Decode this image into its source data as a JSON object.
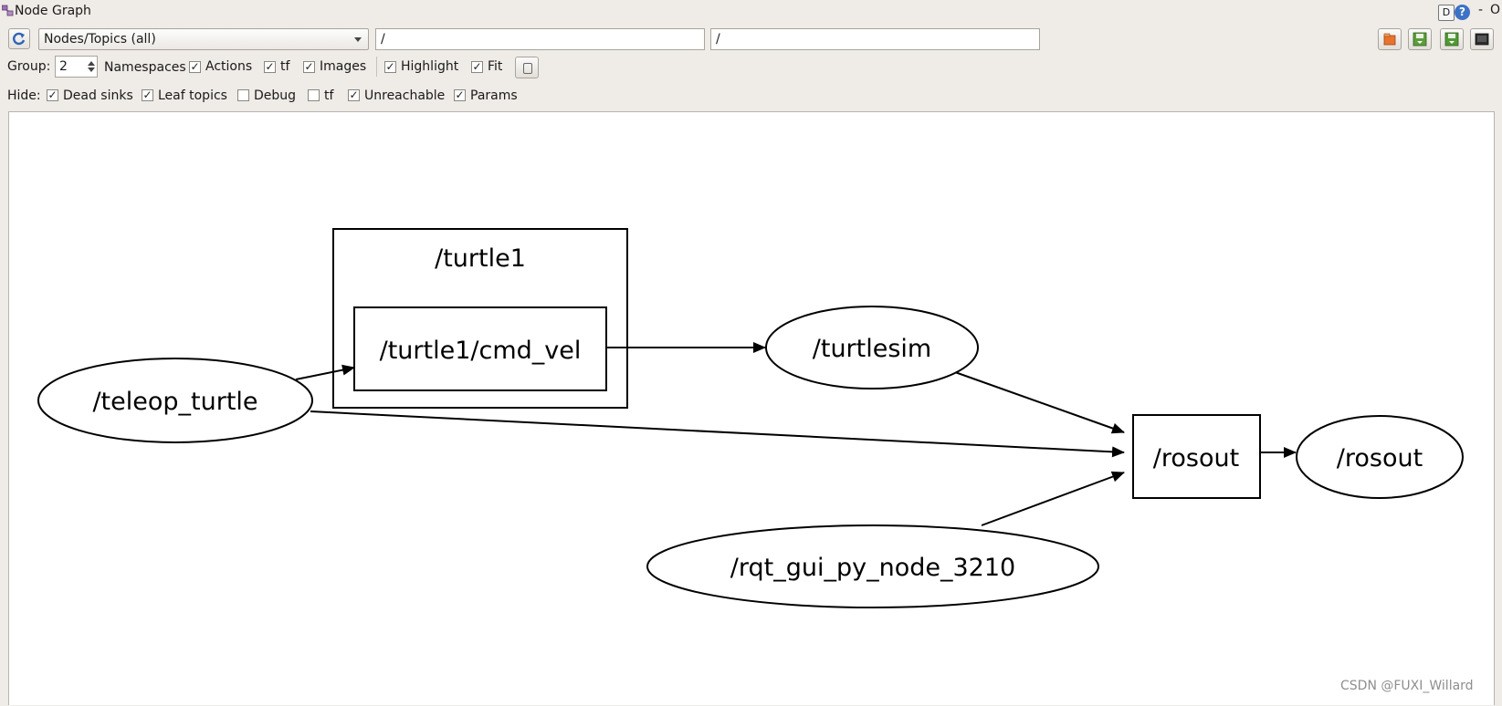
{
  "window": {
    "title": "Node Graph",
    "help_button_d": "D",
    "help_button_q": "?",
    "minimize": "-",
    "close": "O"
  },
  "toolbar": {
    "graph_type": "Nodes/Topics (all)",
    "node_filter_value": "/",
    "topic_filter_value": "/",
    "icons": [
      "refresh-icon",
      "open-file-icon",
      "save-dot-icon",
      "save-svg-icon",
      "save-image-icon"
    ]
  },
  "options": {
    "group_label": "Group:",
    "group_value": "2",
    "namespaces_label": "Namespaces",
    "actions": {
      "label": "Actions",
      "checked": true
    },
    "tf": {
      "label": "tf",
      "checked": true
    },
    "images": {
      "label": "Images",
      "checked": true
    },
    "highlight": {
      "label": "Highlight",
      "checked": true
    },
    "fit": {
      "label": "Fit",
      "checked": true
    }
  },
  "hide": {
    "label": "Hide:",
    "dead_sinks": {
      "label": "Dead sinks",
      "checked": true
    },
    "leaf_topics": {
      "label": "Leaf topics",
      "checked": true
    },
    "debug": {
      "label": "Debug",
      "checked": false
    },
    "tf": {
      "label": "tf",
      "checked": false
    },
    "unreachable": {
      "label": "Unreachable",
      "checked": true
    },
    "params": {
      "label": "Params",
      "checked": true
    }
  },
  "graph": {
    "namespace_box": "/turtle1",
    "topic_cmd_vel": "/turtle1/cmd_vel",
    "node_teleop": "/teleop_turtle",
    "node_turtlesim": "/turtlesim",
    "topic_rosout": "/rosout",
    "node_rosout": "/rosout",
    "node_rqt": "/rqt_gui_py_node_3210"
  },
  "watermark": "CSDN @FUXI_Willard"
}
